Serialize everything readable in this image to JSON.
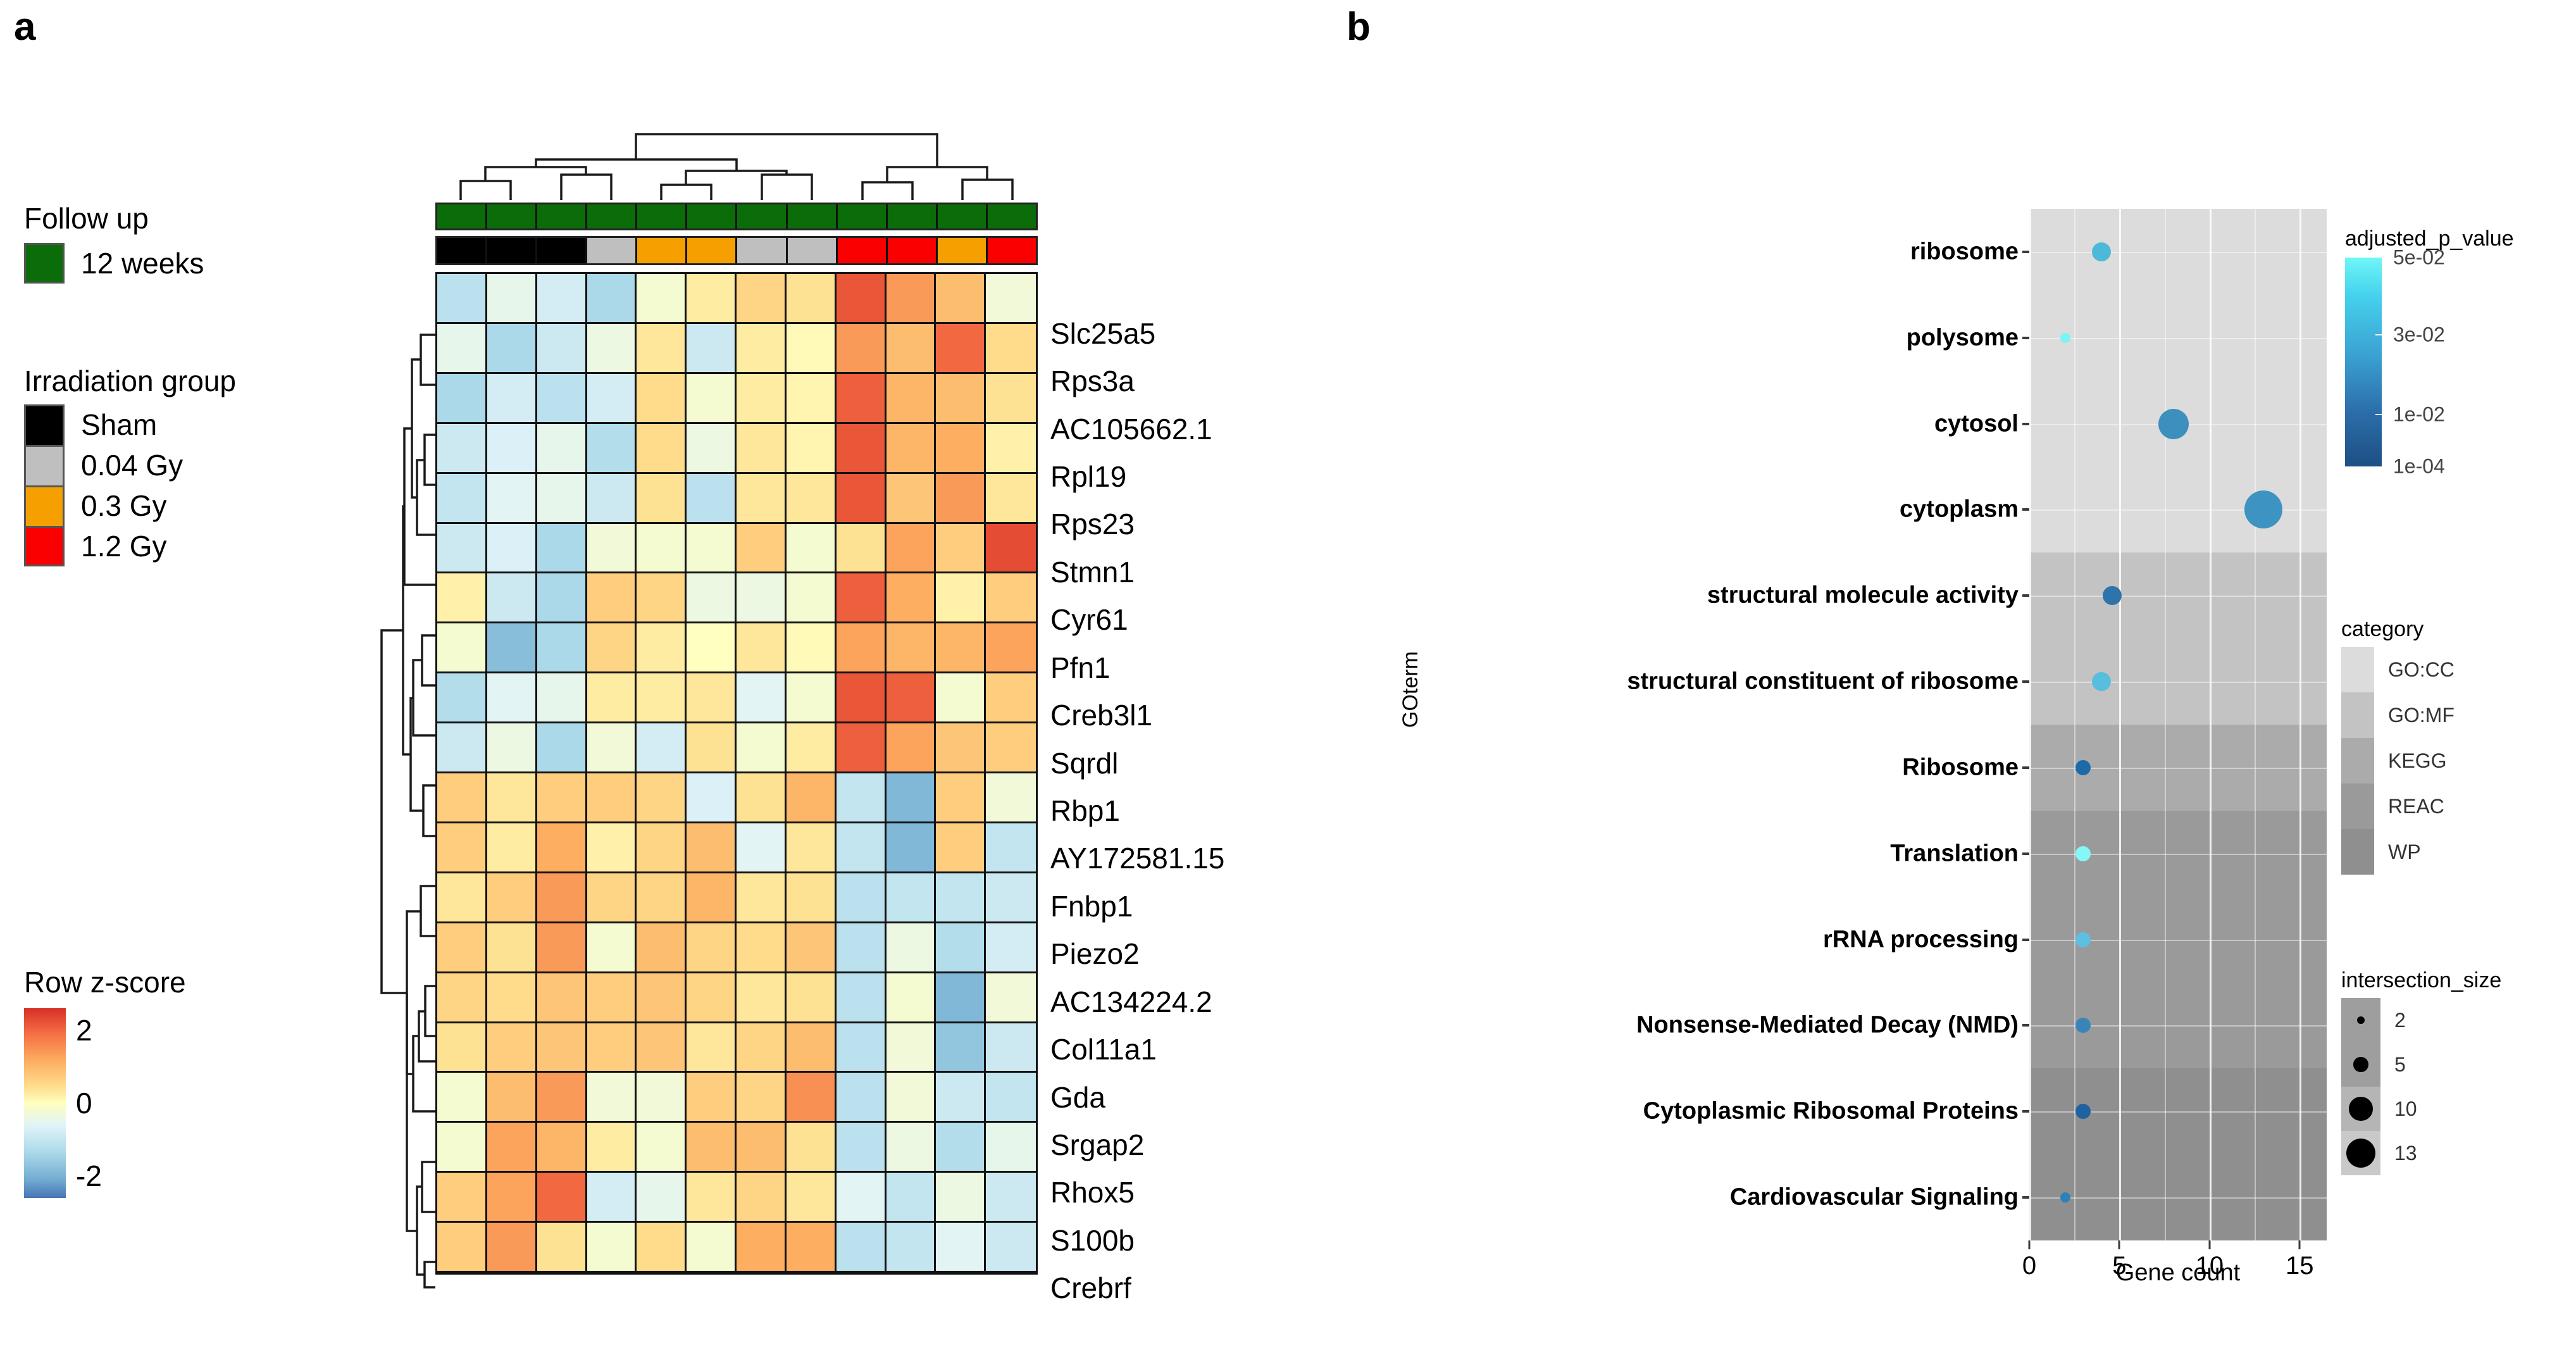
{
  "panels": {
    "a_label": "a",
    "b_label": "b"
  },
  "panel_a": {
    "followup_legend": {
      "title": "Follow up",
      "items": [
        {
          "label": "12 weeks",
          "color": "#0a6d0a"
        }
      ]
    },
    "irradiation_legend": {
      "title": "Irradiation group",
      "items": [
        {
          "label": "Sham",
          "color": "#000000"
        },
        {
          "label": "0.04 Gy",
          "color": "#bfbfbf"
        },
        {
          "label": "0.3 Gy",
          "color": "#f5a000"
        },
        {
          "label": "1.2 Gy",
          "color": "#fb0000"
        }
      ]
    },
    "zscore_legend": {
      "title": "Row z-score",
      "ticks": [
        "2",
        "0",
        "-2"
      ],
      "tick_values": [
        2,
        0,
        -2
      ],
      "high_color": "#d73027",
      "mid_color": "#ffffbf",
      "low_color": "#4575b4"
    },
    "column_annotation_followup": [
      "12 weeks",
      "12 weeks",
      "12 weeks",
      "12 weeks",
      "12 weeks",
      "12 weeks",
      "12 weeks",
      "12 weeks",
      "12 weeks",
      "12 weeks",
      "12 weeks",
      "12 weeks"
    ],
    "column_annotation_group": [
      "Sham",
      "Sham",
      "Sham",
      "0.04 Gy",
      "0.3 Gy",
      "0.3 Gy",
      "0.04 Gy",
      "0.04 Gy",
      "1.2 Gy",
      "1.2 Gy",
      "0.3 Gy",
      "1.2 Gy"
    ],
    "row_labels": [
      "Slc25a5",
      "Rps3a",
      "AC105662.1",
      "Rpl19",
      "Rps23",
      "Stmn1",
      "Cyr61",
      "Pfn1",
      "Creb3l1",
      "Sqrdl",
      "Rbp1",
      "AY172581.15",
      "Fnbp1",
      "Piezo2",
      "AC134224.2",
      "Col11a1",
      "Gda",
      "Srgap2",
      "Rhox5",
      "S100b",
      "Crebrf"
    ]
  },
  "chart_data": [
    {
      "type": "heatmap",
      "title": "",
      "xlabel": "",
      "ylabel": "",
      "zlabel": "Row z-score",
      "zlim": [
        -2.6,
        2.6
      ],
      "n_columns": 12,
      "rows": [
        "Slc25a5",
        "Rps3a",
        "AC105662.1",
        "Rpl19",
        "Rps23",
        "Stmn1",
        "Cyr61",
        "Pfn1",
        "Creb3l1",
        "Sqrdl",
        "Rbp1",
        "AY172581.15",
        "Fnbp1",
        "Piezo2",
        "AC134224.2",
        "Col11a1",
        "Gda",
        "Srgap2",
        "Rhox5",
        "S100b",
        "Crebrf"
      ],
      "values": [
        [
          -1.1,
          -0.5,
          -0.8,
          -1.3,
          -0.2,
          0.4,
          0.8,
          0.6,
          2.2,
          1.5,
          1.1,
          -0.3
        ],
        [
          -0.5,
          -1.3,
          -0.9,
          -0.4,
          0.5,
          -0.9,
          0.4,
          0.1,
          1.5,
          1.1,
          2.0,
          0.7
        ],
        [
          -1.3,
          -0.8,
          -1.1,
          -0.8,
          0.7,
          -0.2,
          0.4,
          0.2,
          2.1,
          1.2,
          1.1,
          0.6
        ],
        [
          -0.9,
          -0.7,
          -0.5,
          -1.2,
          0.7,
          -0.4,
          0.5,
          0.2,
          2.2,
          1.2,
          1.3,
          0.3
        ],
        [
          -1.0,
          -0.6,
          -0.5,
          -0.9,
          0.6,
          -1.1,
          0.5,
          0.5,
          2.2,
          1.0,
          1.5,
          0.5
        ],
        [
          -0.9,
          -0.7,
          -1.3,
          -0.3,
          -0.2,
          -0.2,
          0.9,
          -0.2,
          0.6,
          1.4,
          0.9,
          2.3
        ],
        [
          0.3,
          -0.9,
          -1.3,
          0.9,
          0.8,
          -0.4,
          -0.4,
          -0.2,
          2.1,
          1.3,
          0.3,
          0.9
        ],
        [
          -0.2,
          -1.7,
          -1.3,
          0.8,
          0.4,
          0.0,
          0.5,
          0.1,
          1.4,
          1.2,
          1.2,
          1.4
        ],
        [
          -1.2,
          -0.6,
          -0.5,
          0.4,
          0.4,
          0.5,
          -0.6,
          -0.2,
          2.2,
          2.1,
          -0.2,
          0.9
        ],
        [
          -0.9,
          -0.4,
          -1.3,
          -0.3,
          -0.8,
          0.6,
          -0.2,
          0.4,
          2.1,
          1.4,
          1.0,
          0.9
        ],
        [
          0.9,
          0.5,
          0.9,
          0.9,
          0.8,
          -0.7,
          0.6,
          1.2,
          -1.0,
          -1.8,
          0.9,
          -0.3
        ],
        [
          0.9,
          0.4,
          1.3,
          0.3,
          0.8,
          1.1,
          -0.6,
          0.5,
          -1.0,
          -1.8,
          0.9,
          -1.0
        ],
        [
          0.5,
          0.9,
          1.5,
          0.8,
          0.8,
          1.2,
          0.5,
          0.6,
          -1.1,
          -1.0,
          -1.0,
          -0.9
        ],
        [
          0.9,
          0.6,
          1.5,
          -0.2,
          1.1,
          0.8,
          0.7,
          1.0,
          -1.1,
          -0.4,
          -1.2,
          -0.8
        ],
        [
          0.8,
          0.7,
          1.0,
          0.9,
          1.0,
          0.8,
          0.5,
          0.6,
          -1.1,
          -0.2,
          -1.8,
          -0.3
        ],
        [
          0.6,
          0.9,
          1.0,
          0.9,
          1.0,
          0.5,
          0.8,
          1.1,
          -1.1,
          -0.3,
          -1.6,
          -0.9
        ],
        [
          -0.2,
          1.1,
          1.5,
          -0.3,
          -0.3,
          0.9,
          0.8,
          1.6,
          -1.1,
          -0.3,
          -0.9,
          -1.0
        ],
        [
          -0.2,
          1.4,
          1.2,
          0.4,
          -0.2,
          1.1,
          1.1,
          0.6,
          -1.1,
          -0.4,
          -1.2,
          -0.5
        ],
        [
          0.9,
          1.4,
          2.0,
          -0.8,
          -0.5,
          0.5,
          0.8,
          0.5,
          -0.6,
          -1.0,
          -0.4,
          -0.9
        ],
        [
          0.9,
          1.5,
          0.6,
          -0.2,
          0.7,
          -0.2,
          1.3,
          1.3,
          -1.1,
          -1.0,
          -0.6,
          -0.9
        ],
        [
          1.1,
          1.5,
          0.9,
          0.5,
          1.0,
          -0.3,
          0.6,
          0.8,
          -1.1,
          -0.9,
          -0.8,
          -1.0
        ]
      ]
    },
    {
      "type": "scatter",
      "title": "",
      "xlabel": "Gene count",
      "ylabel": "GOterm",
      "xlim": [
        0,
        16.5
      ],
      "xticks": [
        0,
        5,
        10,
        15
      ],
      "xticklabels": [
        "0",
        "5",
        "10",
        "15"
      ],
      "grid": true,
      "legend_position": "right",
      "legends": {
        "color": {
          "title": "adjusted_p_value",
          "ticklabels": [
            "5e-02",
            "3e-02",
            "1e-02",
            "1e-04"
          ],
          "tickvalues": [
            0.05,
            0.03,
            0.01,
            0.0001
          ],
          "high_color": "#6ff6f6",
          "low_color": "#1c5083"
        },
        "fill": {
          "title": "category",
          "items": [
            {
              "label": "GO:CC",
              "color": "#dcdcdc"
            },
            {
              "label": "GO:MF",
              "color": "#c3c3c3"
            },
            {
              "label": "KEGG",
              "color": "#ababab"
            },
            {
              "label": "REAC",
              "color": "#9a9a9a"
            },
            {
              "label": "WP",
              "color": "#8f8f8f"
            }
          ]
        },
        "size": {
          "title": "intersection_size",
          "items": [
            {
              "label": "2",
              "value": 2
            },
            {
              "label": "5",
              "value": 5
            },
            {
              "label": "10",
              "value": 10
            },
            {
              "label": "13",
              "value": 13
            }
          ]
        }
      },
      "points": [
        {
          "goterm": "ribosome",
          "category": "GO:CC",
          "gene_count": 4,
          "intersection_size": 5,
          "adjusted_p_value": 0.032,
          "color": "#4cb9d8"
        },
        {
          "goterm": "polysome",
          "category": "GO:CC",
          "gene_count": 2,
          "intersection_size": 2,
          "adjusted_p_value": 0.049,
          "color": "#7df4f4"
        },
        {
          "goterm": "cytosol",
          "category": "GO:CC",
          "gene_count": 8,
          "intersection_size": 10,
          "adjusted_p_value": 0.018,
          "color": "#3d8fbd"
        },
        {
          "goterm": "cytoplasm",
          "category": "GO:CC",
          "gene_count": 13,
          "intersection_size": 13,
          "adjusted_p_value": 0.018,
          "color": "#3d93c1"
        },
        {
          "goterm": "structural molecule activity",
          "category": "GO:MF",
          "gene_count": 4.6,
          "intersection_size": 5,
          "adjusted_p_value": 0.009,
          "color": "#2e74ab"
        },
        {
          "goterm": "structural constituent of ribosome",
          "category": "GO:MF",
          "gene_count": 4,
          "intersection_size": 5,
          "adjusted_p_value": 0.034,
          "color": "#57bede"
        },
        {
          "goterm": "Ribosome",
          "category": "KEGG",
          "gene_count": 3,
          "intersection_size": 4,
          "adjusted_p_value": 0.006,
          "color": "#1d6aa8"
        },
        {
          "goterm": "Translation",
          "category": "REAC",
          "gene_count": 3,
          "intersection_size": 4,
          "adjusted_p_value": 0.05,
          "color": "#86f7f7"
        },
        {
          "goterm": "rRNA processing",
          "category": "REAC",
          "gene_count": 3,
          "intersection_size": 4,
          "adjusted_p_value": 0.035,
          "color": "#5cc0e0"
        },
        {
          "goterm": "Nonsense-Mediated Decay (NMD)",
          "category": "REAC",
          "gene_count": 3,
          "intersection_size": 4,
          "adjusted_p_value": 0.022,
          "color": "#3a85b8"
        },
        {
          "goterm": "Cytoplasmic Ribosomal Proteins",
          "category": "WP",
          "gene_count": 3,
          "intersection_size": 4,
          "adjusted_p_value": 0.007,
          "color": "#1e63a0"
        },
        {
          "goterm": "Cardiovascular Signaling",
          "category": "WP",
          "gene_count": 2,
          "intersection_size": 2,
          "adjusted_p_value": 0.02,
          "color": "#2f7fbb"
        }
      ]
    }
  ]
}
